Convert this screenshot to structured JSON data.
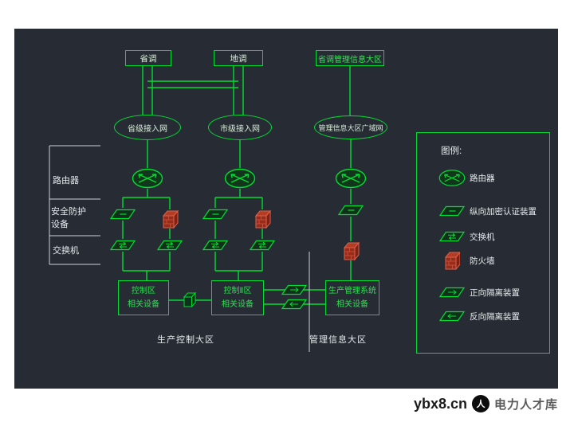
{
  "diagram": {
    "top_boxes": [
      "省调",
      "地调",
      "省调管理信息大区"
    ],
    "networks": [
      "省级接入网",
      "市级接入网",
      "管理信息大区广域网"
    ],
    "device_boxes": [
      {
        "title": "控制区",
        "subtitle": "相关设备"
      },
      {
        "title": "控制Ⅱ区",
        "subtitle": "相关设备"
      },
      {
        "title": "生产管理系统",
        "subtitle": "相关设备"
      }
    ],
    "side_panel": [
      "路由器",
      "安全防护\n设备",
      "交换机"
    ],
    "zones": [
      "生产控制大区",
      "管理信息大区"
    ],
    "legend": {
      "title": "图例:",
      "items": [
        {
          "icon": "router-icon",
          "label": "路由器"
        },
        {
          "icon": "encryption-device-icon",
          "label": "纵向加密认证装置"
        },
        {
          "icon": "switch-icon",
          "label": "交换机"
        },
        {
          "icon": "firewall-icon",
          "label": "防火墙"
        },
        {
          "icon": "forward-isolation-icon",
          "label": "正向隔离装置"
        },
        {
          "icon": "reverse-isolation-icon",
          "label": "反向隔离装置"
        }
      ]
    },
    "colors": {
      "line_green": "#00dd33",
      "firewall_red": "#962c1a",
      "canvas_background": "#272c34"
    }
  },
  "watermark": {
    "site": "ybx8.cn",
    "logo_glyph": "人",
    "brand": "电力人才库"
  }
}
